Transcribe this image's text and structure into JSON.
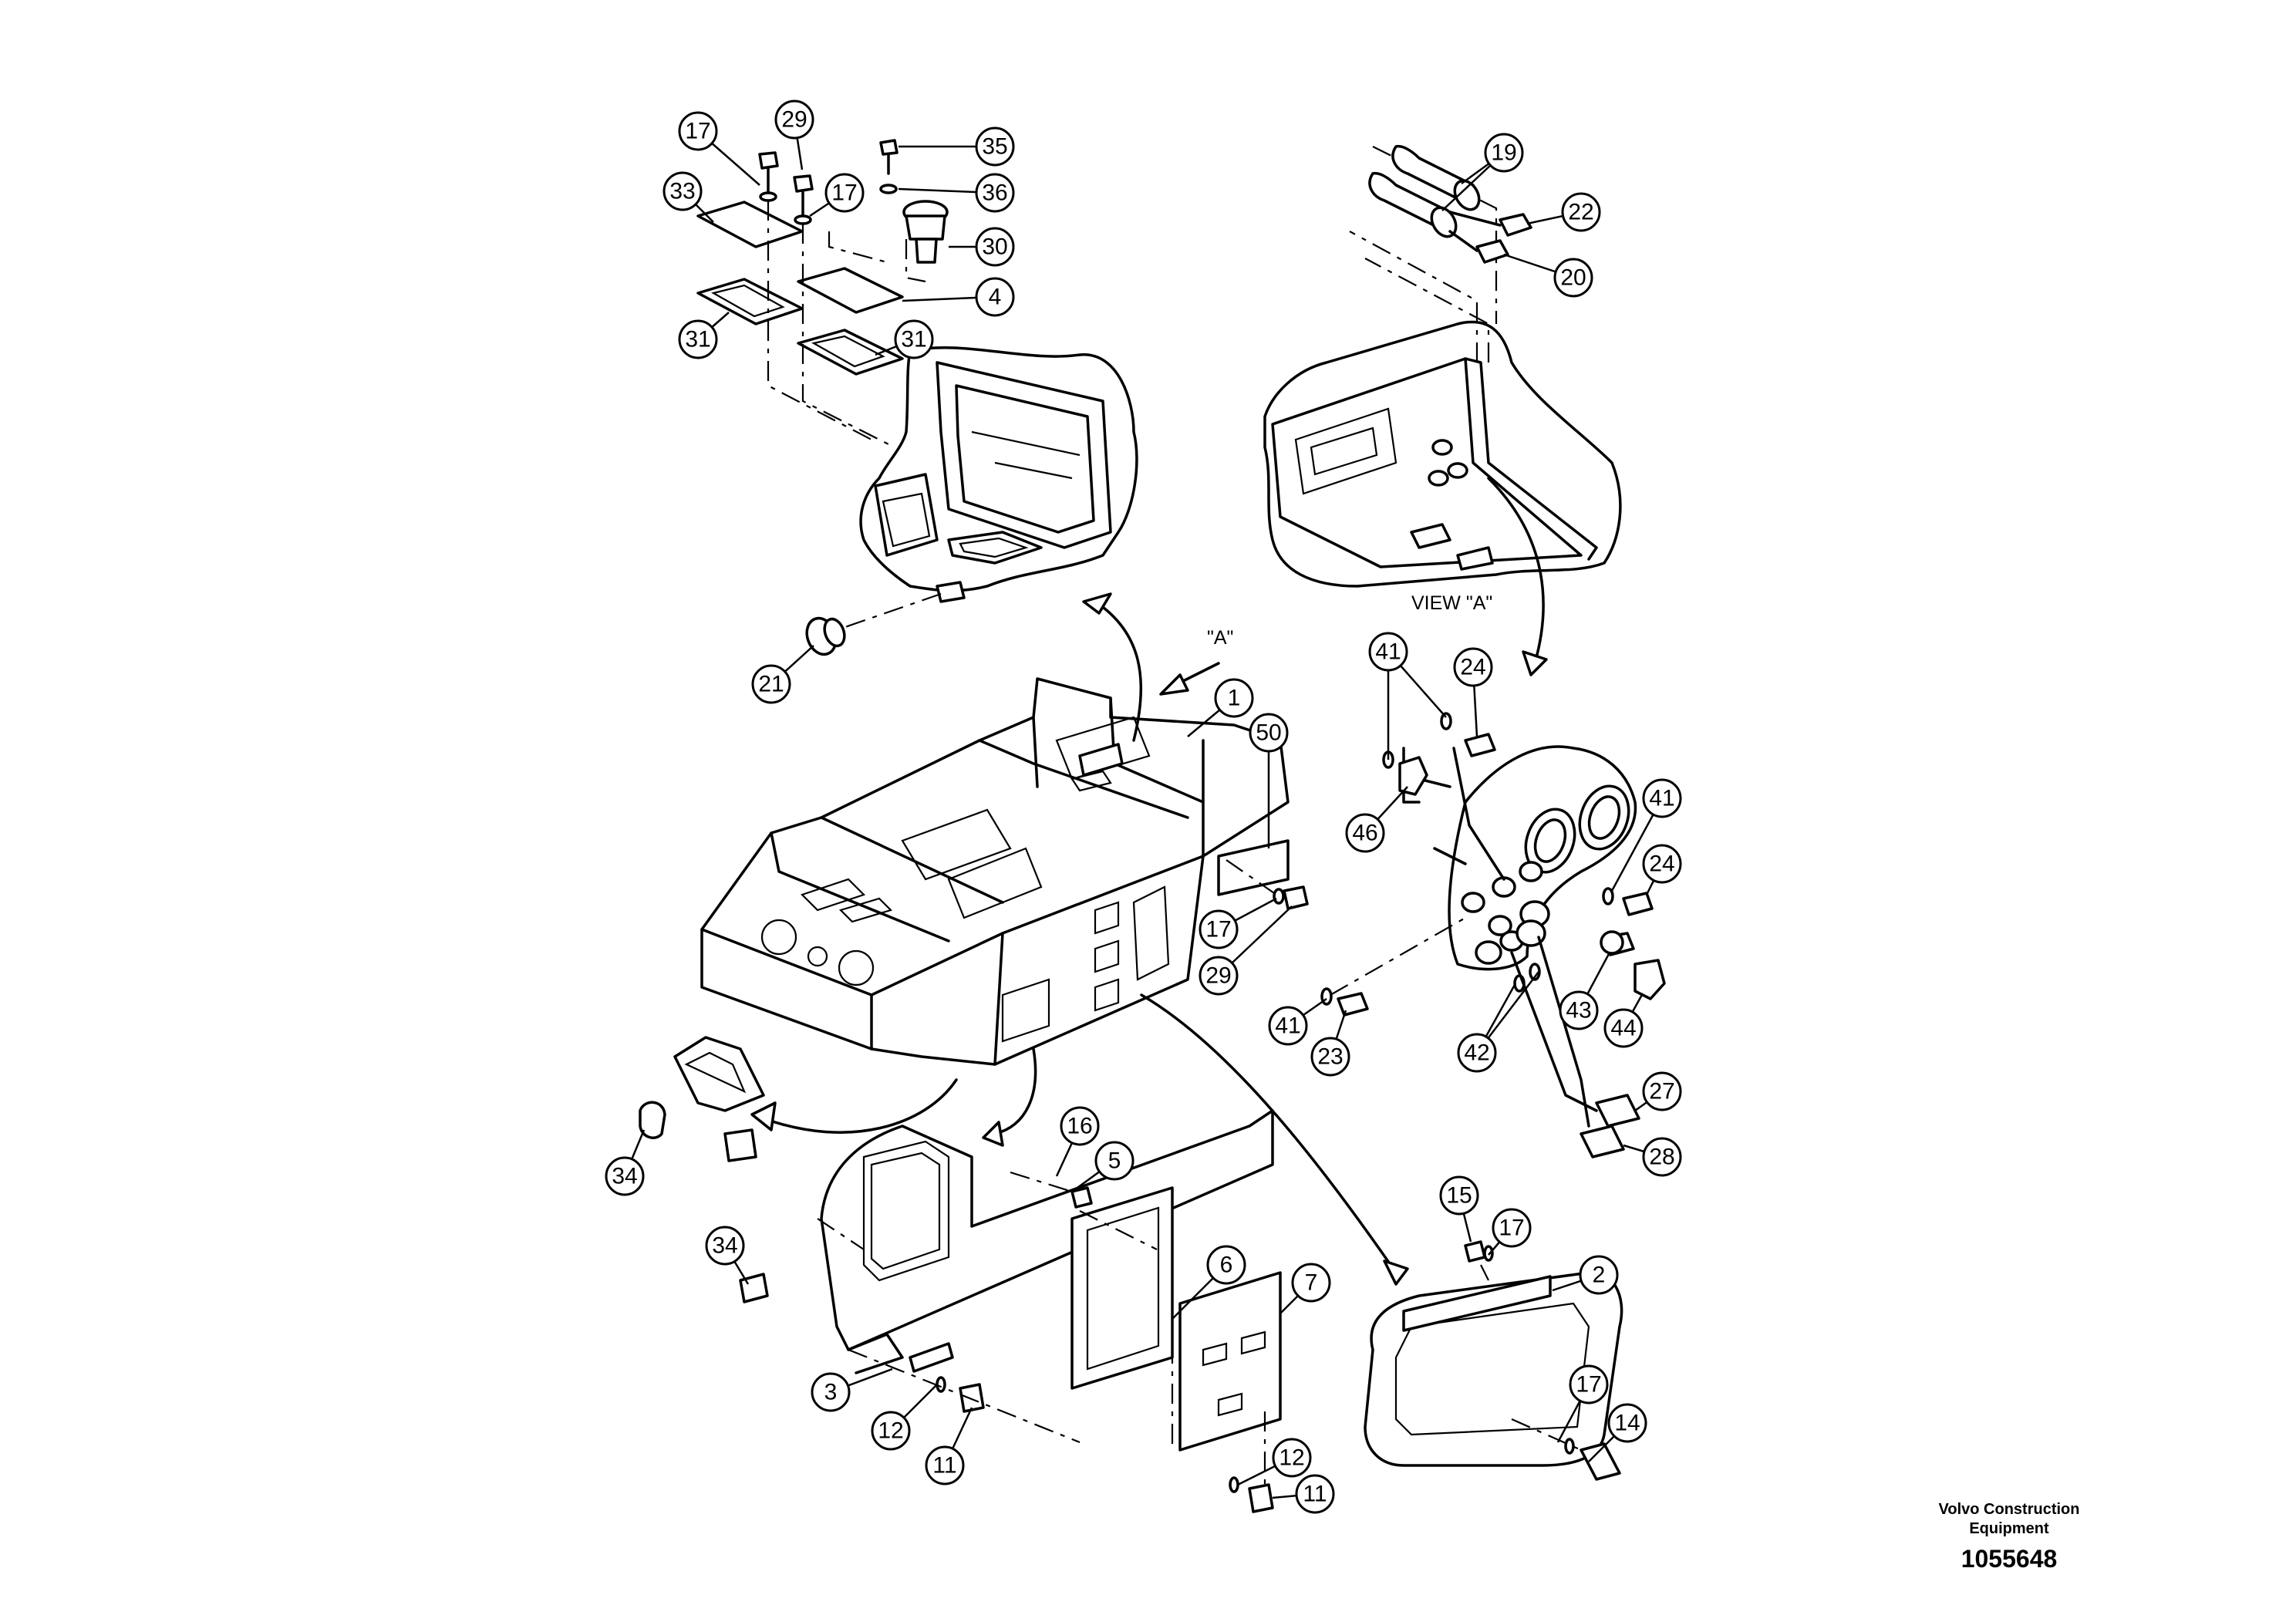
{
  "labels": {
    "view_a": "VIEW \"A\"",
    "arrow_a": "\"A\""
  },
  "callouts": [
    "17",
    "29",
    "35",
    "36",
    "33",
    "17",
    "30",
    "4",
    "31",
    "31",
    "21",
    "19",
    "22",
    "20",
    "1",
    "50",
    "17",
    "29",
    "41",
    "24",
    "46",
    "41",
    "24",
    "41",
    "23",
    "42",
    "43",
    "44",
    "27",
    "28",
    "16",
    "5",
    "34",
    "34",
    "6",
    "7",
    "3",
    "12",
    "11",
    "12",
    "11",
    "15",
    "17",
    "2",
    "17",
    "14"
  ],
  "footer": {
    "company": "Volvo Construction Equipment",
    "drawing_number": "1055648"
  }
}
